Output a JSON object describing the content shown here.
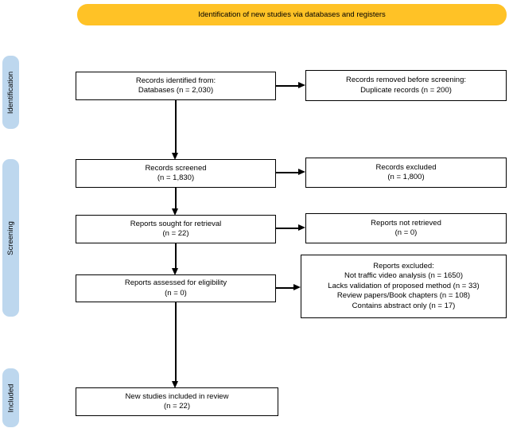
{
  "banner": {
    "label": "Identification of new studies via databases and registers"
  },
  "colors": {
    "banner_bg": "#FFC226",
    "stage_bg": "#BDD7EE",
    "box_border": "#000000"
  },
  "stages": [
    {
      "label": "Identification"
    },
    {
      "label": "Screening"
    },
    {
      "label": "Included"
    }
  ],
  "boxes": {
    "records_identified": {
      "line1": "Records identified from:",
      "line2": "Databases (n = 2,030)"
    },
    "records_removed": {
      "line1": "Records removed before screening:",
      "line2": "Duplicate records (n = 200)"
    },
    "records_screened": {
      "line1": "Records screened",
      "line2": "(n = 1,830)"
    },
    "records_excluded": {
      "line1": "Records excluded",
      "line2": "(n = 1,800)"
    },
    "reports_sought": {
      "line1": "Reports sought for retrieval",
      "line2": "(n = 22)"
    },
    "reports_not_retrieved": {
      "line1": "Reports not retrieved",
      "line2": "(n = 0)"
    },
    "reports_assessed": {
      "line1": "Reports assessed for eligibility",
      "line2": "(n = 0)"
    },
    "reports_excluded": {
      "title": "Reports excluded:",
      "reason1": "Not traffic video analysis (n = 1650)",
      "reason2": "Lacks validation of proposed method (n = 33)",
      "reason3": "Review papers/Book chapters (n = 108)",
      "reason4": "Contains abstract only (n = 17)"
    },
    "new_studies_included": {
      "line1": "New studies included in review",
      "line2": "(n = 22)"
    }
  }
}
